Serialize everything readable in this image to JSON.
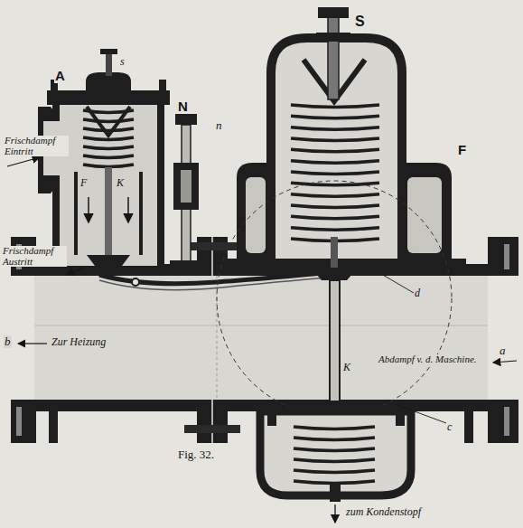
{
  "diagram": {
    "caption": "Fig. 32.",
    "labels": [
      "A",
      "s",
      "Frischdampf Eintritt",
      "F",
      "K",
      "N",
      "n",
      "S",
      "F",
      "Frischdampf Austritt",
      "d",
      "b",
      "Zur Heizung",
      "K",
      "Abdampf v. d. Maschine.",
      "a",
      "c",
      "zum Kondenstopf"
    ]
  }
}
